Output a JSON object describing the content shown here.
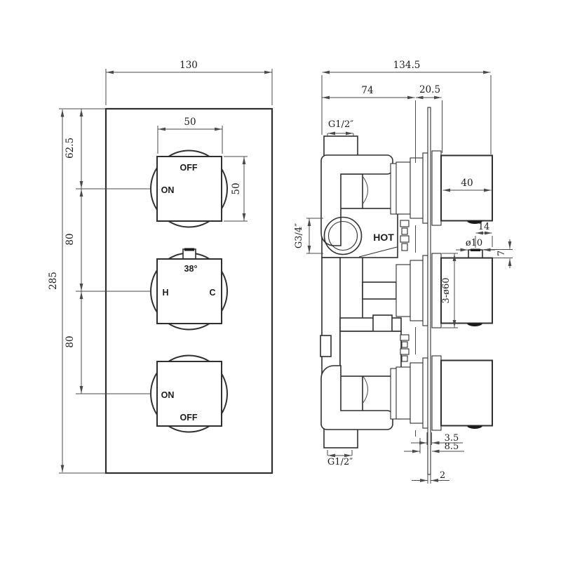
{
  "style": {
    "line_color": "#2f2f2f",
    "dim_color": "#4a4a4a",
    "text_color": "#1b1b1b",
    "bg_color": "#ffffff",
    "fill_color": "#ffffff",
    "notch_color": "#1b1b1b"
  },
  "front_view": {
    "dims": {
      "width": "130",
      "height": "285",
      "top_offset": "62.5",
      "pitch_upper": "80",
      "pitch_lower": "80",
      "knob_width": "50",
      "knob_height": "50"
    },
    "knob_top": {
      "off": "OFF",
      "on": "ON"
    },
    "knob_mid": {
      "temp": "38°",
      "hot": "H",
      "cold": "C"
    },
    "knob_bottom": {
      "on": "ON",
      "off": "OFF"
    }
  },
  "side_view": {
    "dims": {
      "overall": "134.5",
      "body_depth": "74",
      "protrusion": "20.5",
      "knob_depth": "40",
      "pin_offset": "14",
      "pin_diameter": "ø10",
      "pin_height": "7",
      "trim_diameter": "3-ø60",
      "flange_thickness": "3.5",
      "flange_depth": "8.5",
      "plate_thickness": "2"
    },
    "ports": {
      "top": "G1/2″",
      "side": "G3/4″",
      "bottom": "G1/2″"
    },
    "labels": {
      "hot": "HOT"
    }
  }
}
